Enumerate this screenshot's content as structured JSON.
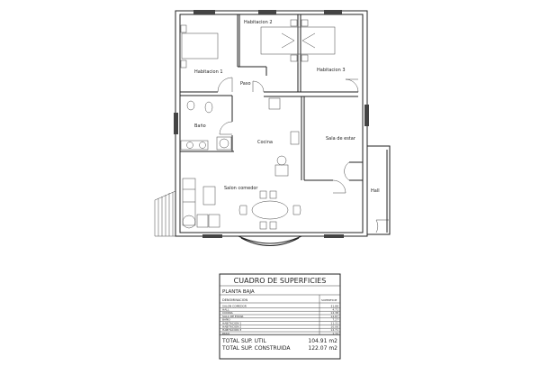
{
  "plan": {
    "rooms": {
      "habitacion1": "Habitacion 1",
      "habitacion2": "Habitacion 2",
      "habitacion3": "Habitacion 3",
      "paso": "Paso",
      "bano": "Baño",
      "cocina": "Cocina",
      "sala_estar": "Sala de estar",
      "salon_comedor": "Salon comedor",
      "hall": "Hall"
    }
  },
  "table": {
    "title": "CUADRO DE SUPERFICIES",
    "section": "PLANTA BAJA",
    "col_name": "DENOMINACION",
    "col_value": "SUPERFICIE",
    "rows": [
      {
        "name": "SALON COMEDOR",
        "value": "31.88"
      },
      {
        "name": "HALL",
        "value": "4.71"
      },
      {
        "name": "COCINA",
        "value": "12.38"
      },
      {
        "name": "SALA DE ESTAR",
        "value": "12.87"
      },
      {
        "name": "BAÑO",
        "value": "7.27"
      },
      {
        "name": "HABITACION 1",
        "value": "11.31"
      },
      {
        "name": "HABITACION 2",
        "value": "10.06"
      },
      {
        "name": "HABITACION 3",
        "value": "12.71"
      },
      {
        "name": "PASO",
        "value": "1.72"
      }
    ],
    "total_util_label": "TOTAL  SUP.  UTIL",
    "total_util_value": "104.91  m2",
    "total_construida_label": "TOTAL  SUP.  CONSTRUIDA",
    "total_construida_value": "122.07  m2"
  }
}
